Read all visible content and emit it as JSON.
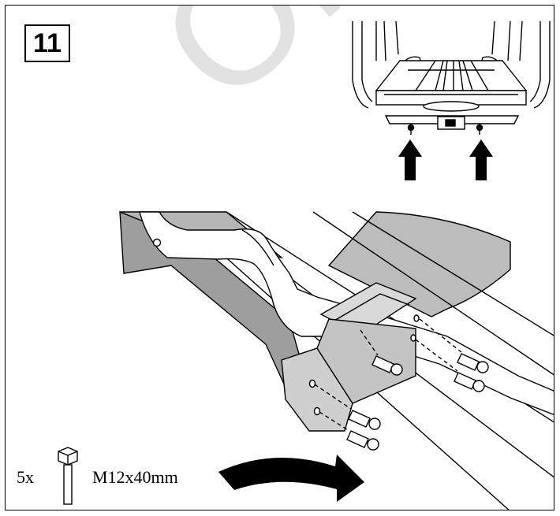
{
  "step": {
    "number": "11"
  },
  "watermark": {
    "text": "Oliner"
  },
  "hardware": {
    "quantity": "5x",
    "spec": "M12x40mm",
    "icon": "bolt-icon"
  },
  "arrows": {
    "count": 2,
    "icon": "arrow-up-icon"
  }
}
